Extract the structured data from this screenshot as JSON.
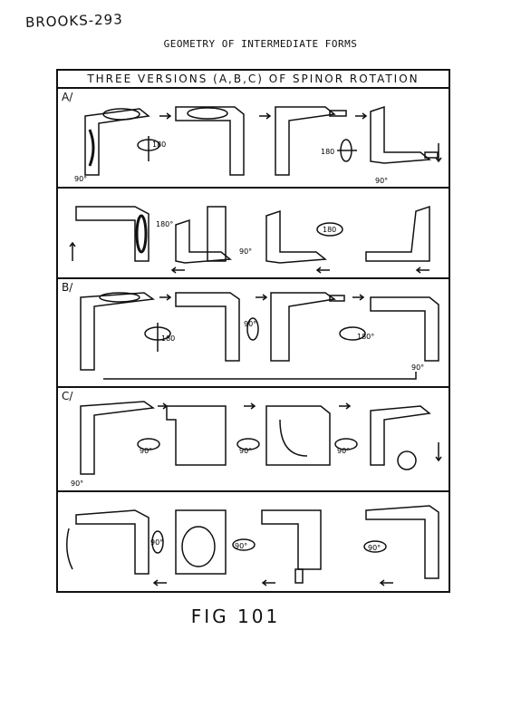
{
  "corner_note": "BROOKS-293",
  "heading": "GEOMETRY OF INTERMEDIATE FORMS",
  "banner": "THREE VERSIONS (A,B,C) OF SPINOR ROTATION",
  "panels": [
    {
      "label": "A/",
      "angles": [
        "180",
        "180",
        "90°",
        "90°"
      ]
    },
    {
      "label": "",
      "angles": [
        "180°",
        "180",
        "90°"
      ]
    },
    {
      "label": "B/",
      "angles": [
        "180",
        "90°",
        "180°",
        "90°"
      ]
    },
    {
      "label": "C/",
      "angles": [
        "90°",
        "90°",
        "90°",
        "90°"
      ]
    },
    {
      "label": "",
      "angles": [
        "90°",
        "90°",
        "90°"
      ]
    }
  ],
  "caption": "FIG 101"
}
